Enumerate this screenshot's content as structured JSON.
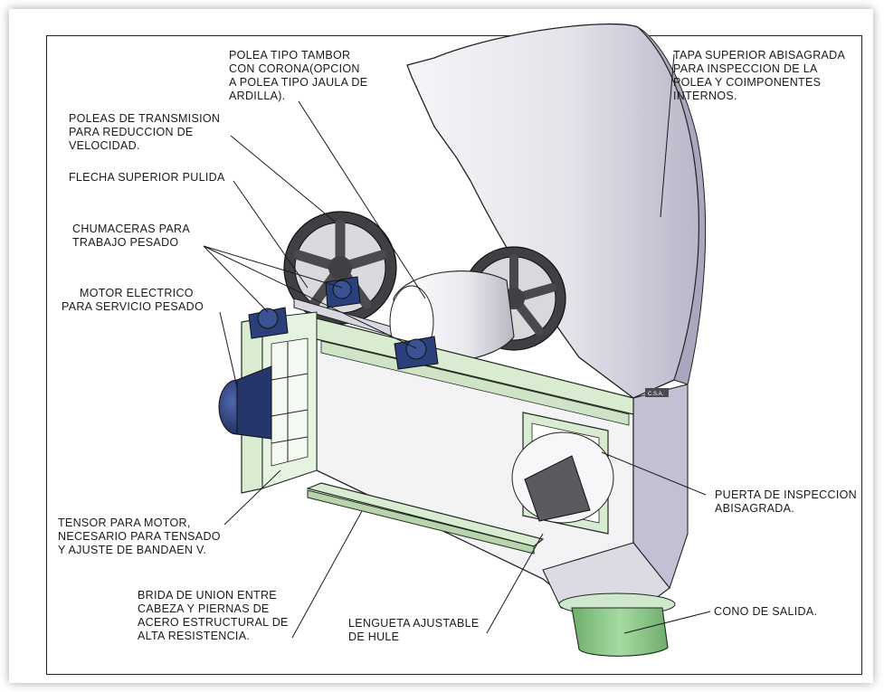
{
  "labels": {
    "polea_tambor": [
      "POLEA TIPO TAMBOR",
      "CON CORONA(OPCION",
      "A POLEA TIPO JAULA DE",
      "ARDILLA)."
    ],
    "tapa_superior": [
      "TAPA SUPERIOR ABISAGRADA",
      "PARA INSPECCION DE LA",
      "POLEA Y COIMPONENTES",
      "INTERNOS."
    ],
    "poleas_transmision": [
      "POLEAS DE TRANSMISION",
      "PARA REDUCCION DE",
      "VELOCIDAD."
    ],
    "flecha": [
      "FLECHA SUPERIOR PULIDA"
    ],
    "chumaceras": [
      "CHUMACERAS PARA",
      "TRABAJO PESADO"
    ],
    "motor": [
      "MOTOR ELECTRICO",
      "PARA SERVICIO PESADO"
    ],
    "puerta": [
      "PUERTA DE INSPECCION",
      "ABISAGRADA."
    ],
    "tensor": [
      "TENSOR PARA MOTOR,",
      "NECESARIO PARA TENSADO",
      "Y AJUSTE DE BANDAEN V."
    ],
    "brida": [
      "BRIDA DE UNION ENTRE",
      "CABEZA Y PIERNAS DE",
      "ACERO ESTRUCTURAL DE",
      "ALTA RESISTENCIA."
    ],
    "lengueta": [
      "LENGUETA AJUSTABLE",
      "DE HULE"
    ],
    "cono": [
      "CONO DE SALIDA."
    ],
    "plate": "C.S.A."
  },
  "colors": {
    "housing": "#ececf1",
    "housing_shade": "#c9c8d6",
    "frame_green": "#d9ecd2",
    "frame_edge": "#1e2a1e",
    "pulley_gray": "#5d5d63",
    "motor_blue": "#2b3f7a",
    "cone_green": "#8fc98b"
  }
}
